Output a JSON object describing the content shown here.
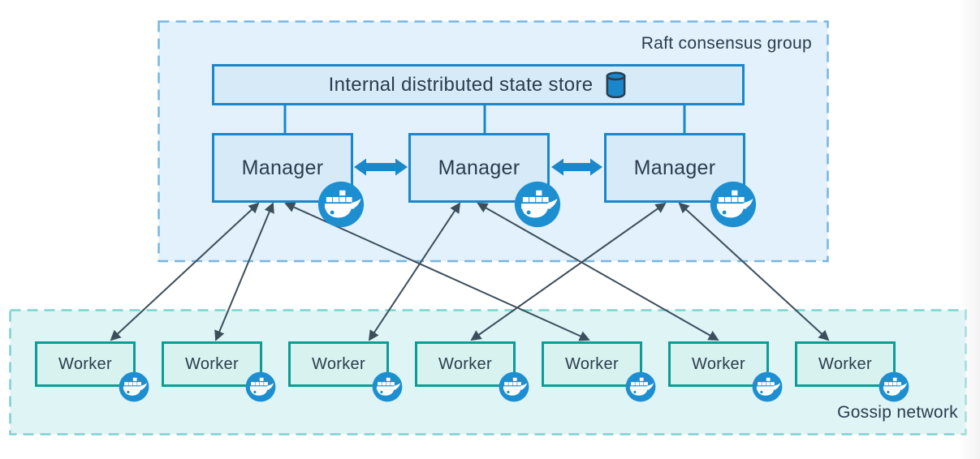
{
  "diagram": {
    "raft_group": {
      "label": "Raft consensus group",
      "state_store": {
        "label": "Internal distributed state store",
        "icon": "database-icon"
      },
      "managers": [
        {
          "id": "manager-1",
          "label": "Manager",
          "badge_icon": "docker-whale-icon"
        },
        {
          "id": "manager-2",
          "label": "Manager",
          "badge_icon": "docker-whale-icon"
        },
        {
          "id": "manager-3",
          "label": "Manager",
          "badge_icon": "docker-whale-icon"
        }
      ]
    },
    "gossip_network": {
      "label": "Gossip network",
      "workers": [
        {
          "id": "worker-1",
          "label": "Worker",
          "badge_icon": "docker-whale-icon"
        },
        {
          "id": "worker-2",
          "label": "Worker",
          "badge_icon": "docker-whale-icon"
        },
        {
          "id": "worker-3",
          "label": "Worker",
          "badge_icon": "docker-whale-icon"
        },
        {
          "id": "worker-4",
          "label": "Worker",
          "badge_icon": "docker-whale-icon"
        },
        {
          "id": "worker-5",
          "label": "Worker",
          "badge_icon": "docker-whale-icon"
        },
        {
          "id": "worker-6",
          "label": "Worker",
          "badge_icon": "docker-whale-icon"
        },
        {
          "id": "worker-7",
          "label": "Worker",
          "badge_icon": "docker-whale-icon"
        }
      ]
    },
    "edges": {
      "store_links": [
        {
          "from": "state-store",
          "to": "manager-1"
        },
        {
          "from": "state-store",
          "to": "manager-2"
        },
        {
          "from": "state-store",
          "to": "manager-3"
        }
      ],
      "manager_peer_links": [
        {
          "from": "manager-1",
          "to": "manager-2",
          "style": "thick-double-arrow"
        },
        {
          "from": "manager-2",
          "to": "manager-3",
          "style": "thick-double-arrow"
        }
      ],
      "manager_worker_links": [
        {
          "from": "manager-1",
          "to": "worker-1",
          "style": "double-headed-arrow"
        },
        {
          "from": "manager-1",
          "to": "worker-2",
          "style": "double-headed-arrow"
        },
        {
          "from": "manager-1",
          "to": "worker-5",
          "style": "double-headed-arrow"
        },
        {
          "from": "manager-2",
          "to": "worker-3",
          "style": "double-headed-arrow"
        },
        {
          "from": "manager-2",
          "to": "worker-6",
          "style": "double-headed-arrow"
        },
        {
          "from": "manager-3",
          "to": "worker-4",
          "style": "double-headed-arrow"
        },
        {
          "from": "manager-3",
          "to": "worker-7",
          "style": "double-headed-arrow"
        }
      ]
    },
    "colors": {
      "c-blue": "#1a87ca",
      "c-blue-fill": "#d7eaf8",
      "c-raft-fill": "#e2f1fb",
      "c-raft-border": "#77b5e0",
      "c-teal": "#0d9d97",
      "c-teal-fill": "#d8f2ef",
      "c-gossip-fill": "#def4f5",
      "c-gossip-border": "#7fd0d2",
      "c-badge": "#1d8fd1",
      "c-arrow": "#3c4e5c",
      "c-text": "#2b3c4e"
    }
  }
}
